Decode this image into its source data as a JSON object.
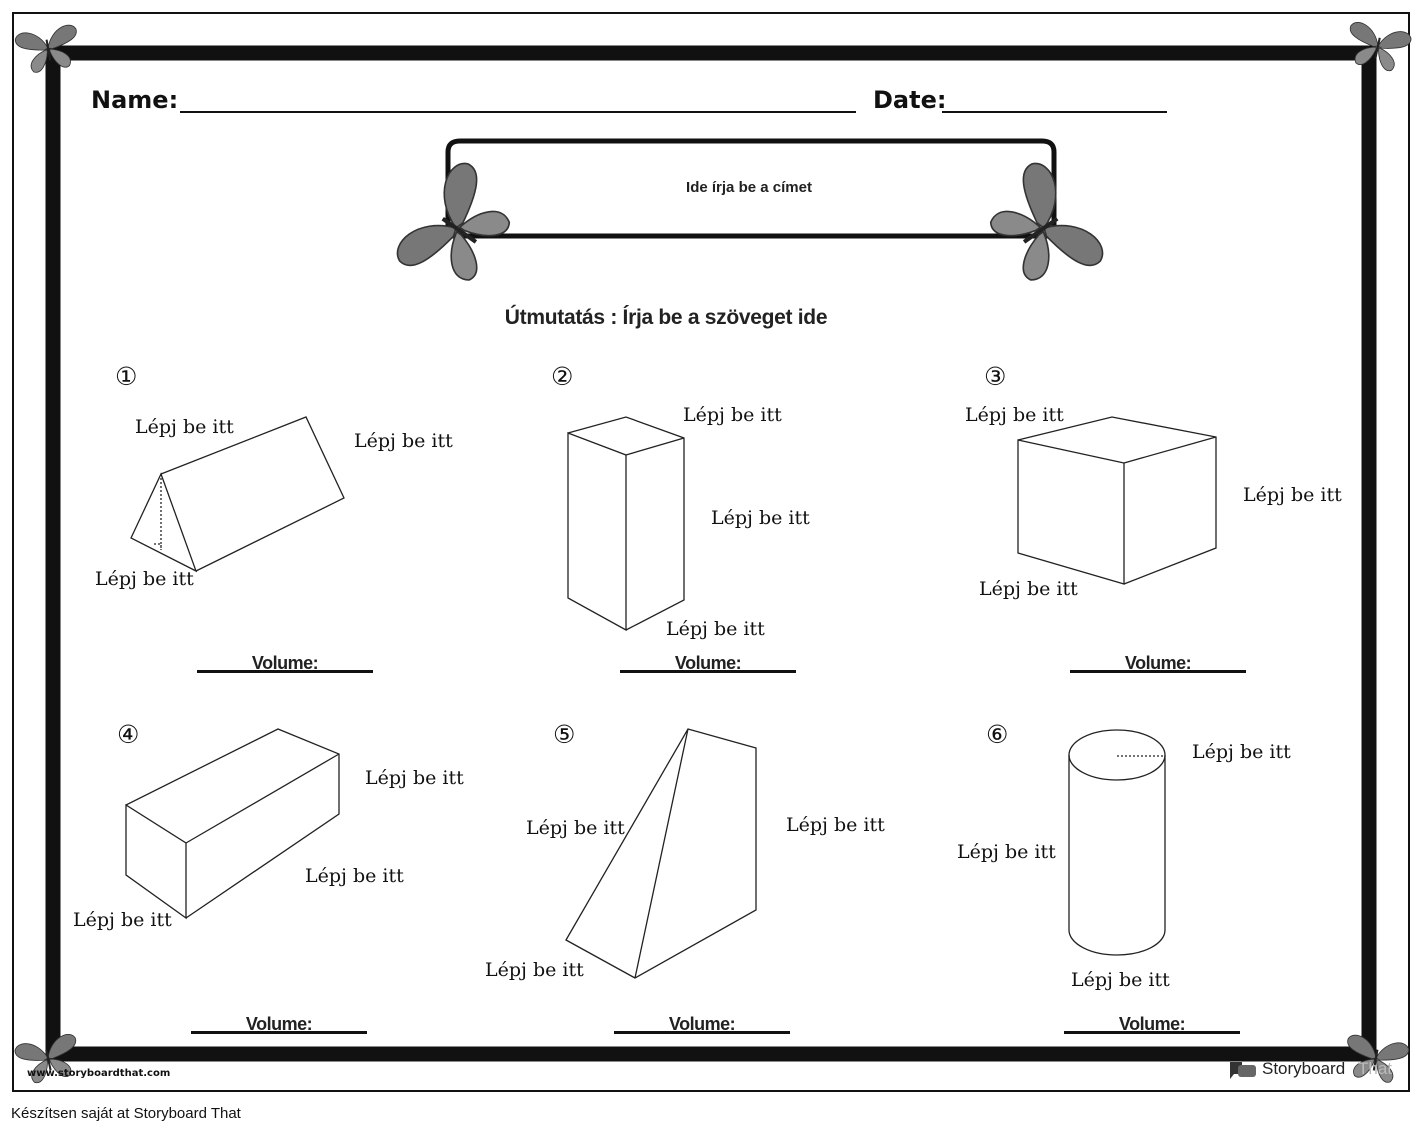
{
  "header": {
    "name_label": "Name:",
    "date_label": "Date:"
  },
  "title_placeholder": "Ide írja be a címet",
  "instructions": "Útmutatás : Írja be a szöveget ide",
  "problems": [
    {
      "number": "①",
      "shape": "triangular-prism",
      "labels": [
        "Lépj be itt",
        "Lépj be itt",
        "Lépj be itt"
      ],
      "volume_label": "Volume:"
    },
    {
      "number": "②",
      "shape": "tall-rectangular-prism",
      "labels": [
        "Lépj be itt",
        "Lépj be itt",
        "Lépj be itt"
      ],
      "volume_label": "Volume:"
    },
    {
      "number": "③",
      "shape": "cube",
      "labels": [
        "Lépj be itt",
        "Lépj be itt",
        "Lépj be itt"
      ],
      "volume_label": "Volume:"
    },
    {
      "number": "④",
      "shape": "long-rectangular-prism",
      "labels": [
        "Lépj be itt",
        "Lépj be itt",
        "Lépj be itt"
      ],
      "volume_label": "Volume:"
    },
    {
      "number": "⑤",
      "shape": "wedge-triangular-prism",
      "labels": [
        "Lépj be itt",
        "Lépj be itt",
        "Lépj be itt"
      ],
      "volume_label": "Volume:"
    },
    {
      "number": "⑥",
      "shape": "cylinder",
      "labels": [
        "Lépj be itt",
        "Lépj be itt",
        "Lépj be itt"
      ],
      "volume_label": "Volume:"
    }
  ],
  "footer": {
    "url": "www.storyboardthat.com",
    "brand": "Storyboard That",
    "brand_parts": [
      "Storyboard",
      "That"
    ],
    "credit": "Készítsen saját at Storyboard That"
  },
  "decorations": {
    "corner_icons": "butterfly-icon",
    "title_banner_icons": "butterfly-icon"
  },
  "colors": {
    "border": "#111111",
    "butterfly": "#6e6e6e",
    "background": "#ffffff"
  }
}
